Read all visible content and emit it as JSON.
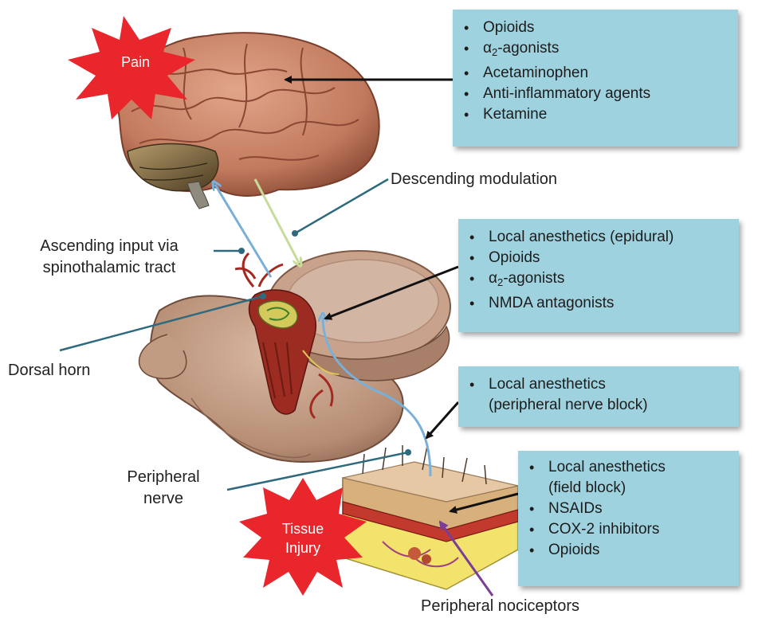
{
  "stars": {
    "pain": "Pain",
    "tissue_injury_line1": "Tissue",
    "tissue_injury_line2": "Injury"
  },
  "labels": {
    "descending_modulation": "Descending modulation",
    "ascending_line1": "Ascending input via",
    "ascending_line2": "spinothalamic tract",
    "dorsal_horn": "Dorsal horn",
    "peripheral_nerve_line1": "Peripheral",
    "peripheral_nerve_line2": "nerve",
    "peripheral_nociceptors": "Peripheral nociceptors"
  },
  "boxes": {
    "brain": {
      "items": [
        "Opioids",
        "-agonists",
        "Acetaminophen",
        "Anti-inflammatory agents",
        "Ketamine"
      ],
      "alpha": "α",
      "alpha_sub": "2"
    },
    "spinal": {
      "items": [
        "Local anesthetics (epidural)",
        "Opioids",
        "-agonists",
        "NMDA antagonists"
      ],
      "alpha": "α",
      "alpha_sub": "2"
    },
    "nerve": {
      "line1": "Local anesthetics",
      "line2": "(peripheral nerve block)"
    },
    "tissue": {
      "item1_line1": "Local anesthetics",
      "item1_line2": "(field block)",
      "items": [
        "NSAIDs",
        "COX-2 inhibitors",
        "Opioids"
      ]
    }
  },
  "colors": {
    "box_fill": "#9fd2df",
    "star_red": "#e8262b",
    "ascending_arrow": "#7ab0d8",
    "descending_arrow": "#c7dc9a",
    "pointer_line": "#2e6a7e",
    "nociceptor_arrow": "#7b3d98"
  }
}
